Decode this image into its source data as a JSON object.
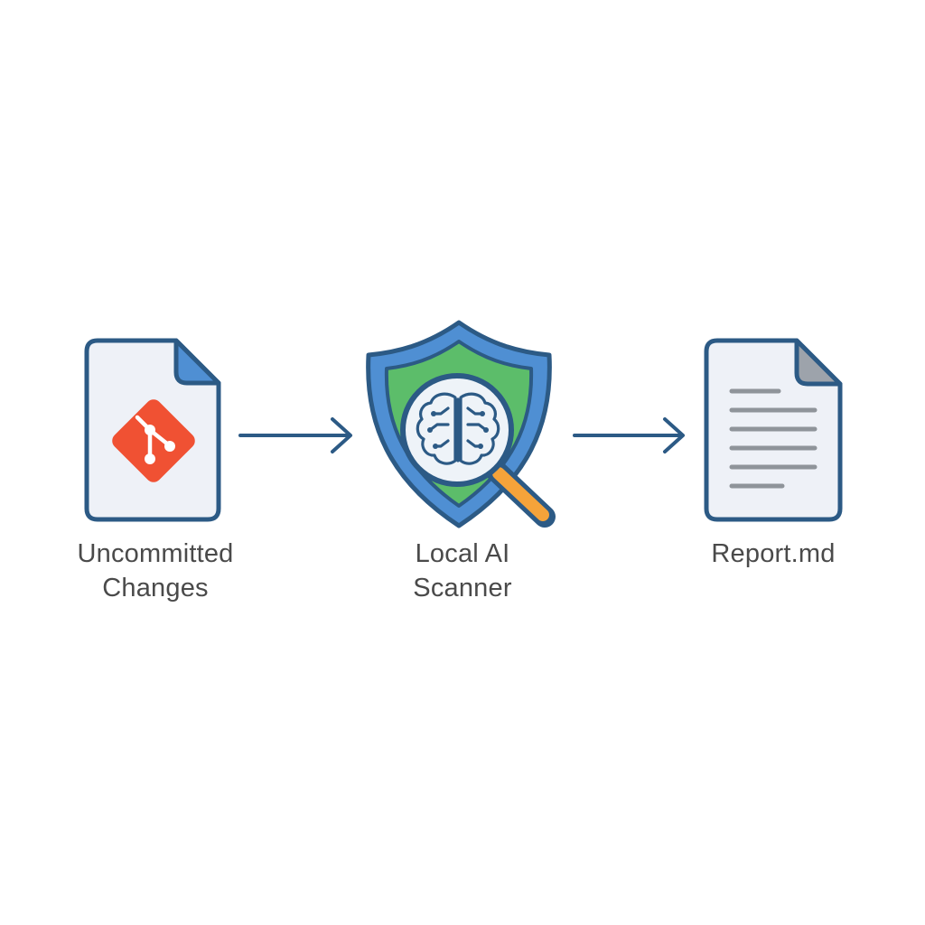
{
  "diagram": {
    "nodes": [
      {
        "id": "input",
        "icon": "git-document-icon",
        "label_lines": [
          "Uncommitted",
          "Changes"
        ]
      },
      {
        "id": "scanner",
        "icon": "shield-brain-magnifier-icon",
        "label_lines": [
          "Local AI",
          "Scanner"
        ]
      },
      {
        "id": "output",
        "icon": "text-document-icon",
        "label_lines": [
          "Report.md"
        ]
      }
    ],
    "edges": [
      {
        "from": "input",
        "to": "scanner"
      },
      {
        "from": "scanner",
        "to": "output"
      }
    ]
  },
  "colors": {
    "outline": "#2c5a85",
    "doc_fill": "#eef1f7",
    "doc_fold": "#4f8fd3",
    "git_orange": "#f05133",
    "shield_blue": "#4f8fd3",
    "shield_green": "#5cbd6a",
    "magnifier_handle": "#f5a33a",
    "report_fold": "#9da3ab",
    "report_lines": "#8f949a",
    "label_text": "#4a4a4a"
  }
}
